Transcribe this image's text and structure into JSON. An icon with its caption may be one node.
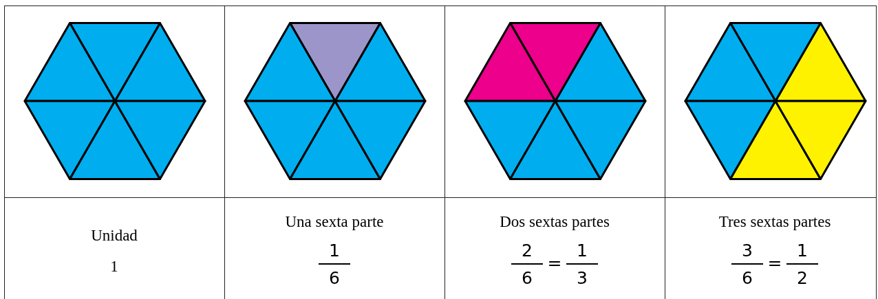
{
  "diagram": {
    "labels": [
      "Unidad",
      "1",
      "Una sexta parte",
      "1",
      "6",
      "Dos sextas partes",
      "2",
      "6",
      "=",
      "1",
      "3",
      "Tres sextas partes",
      "3",
      "6",
      "=",
      "1",
      "2"
    ]
  }
}
